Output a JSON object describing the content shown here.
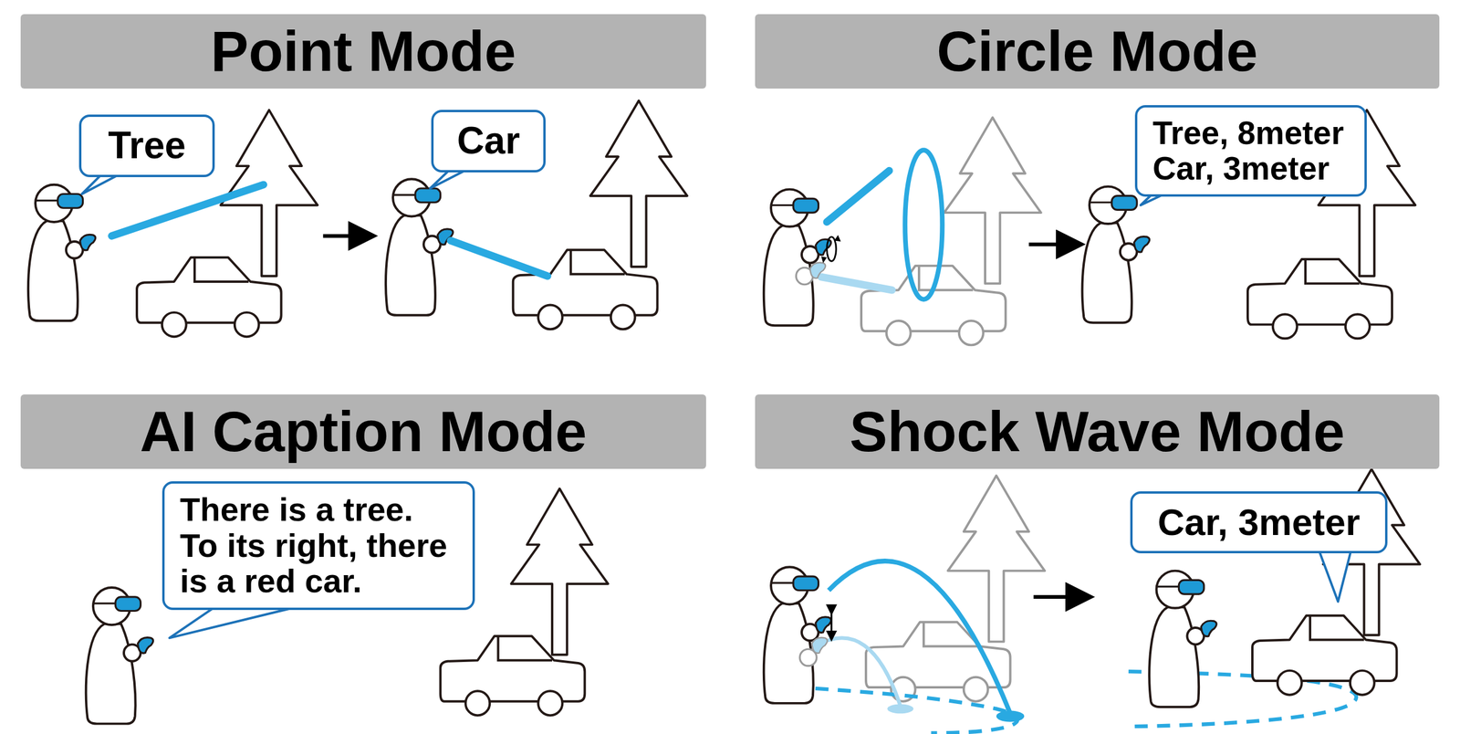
{
  "diagram": {
    "nodes": [
      {
        "text": [
          "Point Mode"
        ]
      },
      {
        "text": [
          "Tree"
        ]
      },
      {
        "text": [
          "Car"
        ]
      },
      {
        "text": [
          "Circle Mode"
        ]
      },
      {
        "text": [
          "Tree, 8meter Car, 3meter"
        ]
      },
      {
        "text": [
          "AI Caption Mode"
        ]
      },
      {
        "text": [
          "There is a tree. To its right, there is a red car."
        ]
      },
      {
        "text": [
          "Shock Wave Mode"
        ]
      },
      {
        "text": [
          "Car, 3meter"
        ]
      }
    ]
  }
}
